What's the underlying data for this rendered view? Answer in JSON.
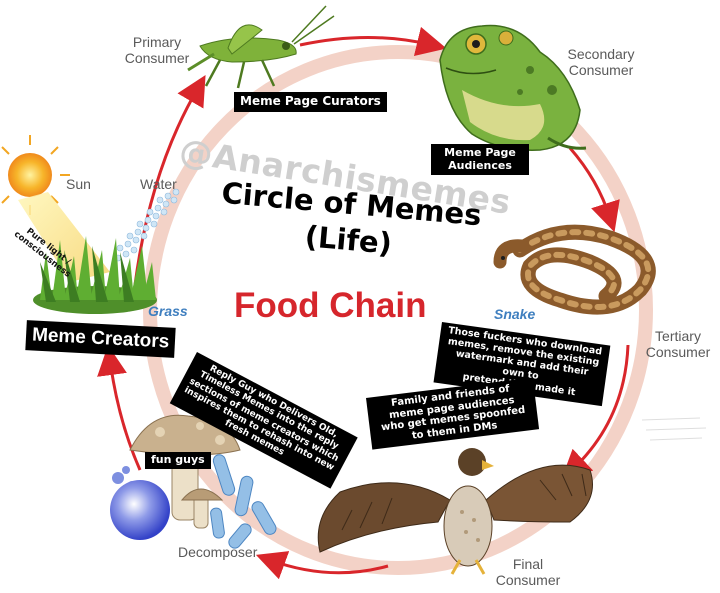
{
  "watermark": "@Anarchismemes",
  "title": {
    "line1": "Circle of Memes",
    "line2": "(Life)",
    "subtitle": "Food Chain"
  },
  "labels": {
    "sun": "Sun",
    "water": "Water",
    "grass": "Grass",
    "primary_consumer": [
      "Primary",
      "Consumer"
    ],
    "secondary_consumer": [
      "Secondary",
      "Consumer"
    ],
    "snake": "Snake",
    "tertiary_consumer": [
      "Tertiary",
      "Consumer"
    ],
    "final_consumer": [
      "Final",
      "Consumer"
    ],
    "decomposer": "Decomposer",
    "pure_light": [
      "Pure light /",
      "consciousness"
    ]
  },
  "captions": {
    "meme_page_curators": "Meme Page Curators",
    "meme_page_audiences": [
      "Meme Page",
      "Audiences"
    ],
    "meme_creators": "Meme Creators",
    "downloaders": [
      "Those fuckers who download",
      "memes, remove the existing",
      "watermark and add their own to",
      "pretend they made it"
    ],
    "family_friends": [
      "Family and friends of",
      "meme page audiences",
      "who get memes spoonfed",
      "to them in DMs"
    ],
    "reply_guy": [
      "Reply Guy who Delivers Old,",
      "Timeless Memes into the reply",
      "sections of meme creators which",
      "inspires them to rehash into new",
      "fresh memes"
    ],
    "fun_guys": "fun guys"
  },
  "colors": {
    "arrow_red": "#d9262b",
    "ring": "#f3d2c7",
    "title_red": "#d6262c",
    "grass_label": "#3f7fbf"
  }
}
